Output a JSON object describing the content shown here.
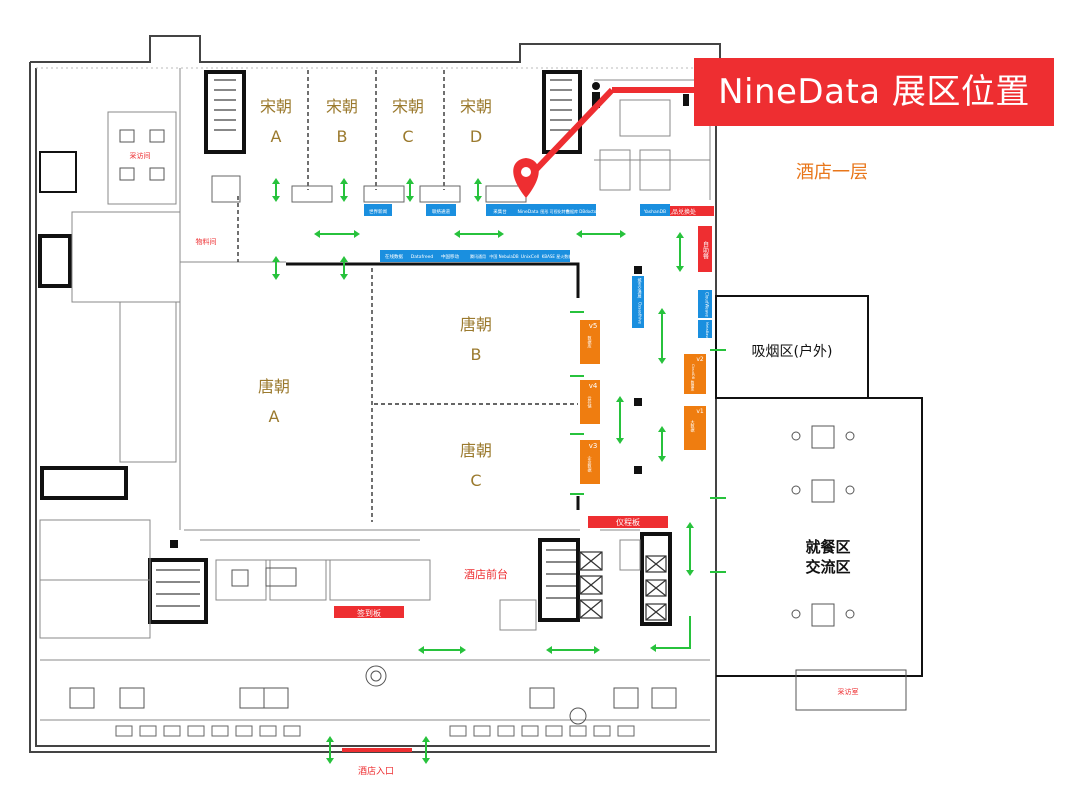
{
  "colors": {
    "hall_label": "#9b7a2e",
    "floor_label": "#e8761a",
    "accent_red": "#ee2e31",
    "booth_blue": "#1a8fdf",
    "booth_orange": "#ef7d10",
    "arrow_green": "#27c23c",
    "wall": "#111111",
    "thin_line": "#888888"
  },
  "callout": {
    "text": "NineData 展区位置",
    "pin_icon": "map-pin-icon"
  },
  "floor_label": "酒店一层",
  "halls": {
    "song": [
      {
        "name": "宋朝",
        "letter": "A"
      },
      {
        "name": "宋朝",
        "letter": "B"
      },
      {
        "name": "宋朝",
        "letter": "C"
      },
      {
        "name": "宋朝",
        "letter": "D"
      }
    ],
    "tang": [
      {
        "name": "唐朝",
        "letter": "A"
      },
      {
        "name": "唐朝",
        "letter": "B"
      },
      {
        "name": "唐朝",
        "letter": "C"
      }
    ]
  },
  "areas": {
    "smoking": "吸烟区(户外)",
    "dining_line1": "就餐区",
    "dining_line2": "交流区",
    "front_desk": "酒店前台",
    "entrance": "酒店入口",
    "interview_room": "采访间",
    "material_room": "物料间",
    "interview_room_small": "采访室"
  },
  "signs": {
    "sign_board": "签到板",
    "etiquette_board": "仪程板",
    "gift_exchange": "礼品兑换处",
    "top_right_red": "自助餐"
  },
  "booths": {
    "top_row": [
      "世界新闻",
      "联络通道",
      "采集台",
      "NineData",
      "图形 可视化特色",
      "数据库 DBdoctor",
      "YashanDB"
    ],
    "middle_row": [
      "在线数据",
      "Datafreed",
      "中国移动",
      "腾讯通用",
      "中国 NebulaDB",
      "UnixCell",
      "KBASE 星火数据"
    ],
    "right_vertical_blue": [
      "城市交通展",
      "Ossasthive"
    ],
    "right_outer_blue": [
      "CloudWeave",
      "MetaBase 影子"
    ],
    "orange_booths": [
      {
        "num": "v5",
        "label": "数据库"
      },
      {
        "num": "v4",
        "label": "云存储"
      },
      {
        "num": "v3",
        "label": "企业数据"
      }
    ],
    "right_orange": [
      {
        "num": "v2",
        "label": "CloudDB 数据库"
      },
      {
        "num": "v1",
        "label": "大数据"
      }
    ]
  }
}
